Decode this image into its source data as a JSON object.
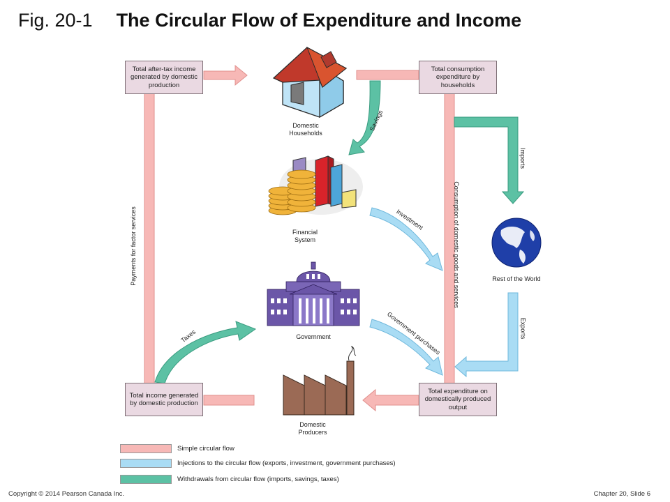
{
  "title": {
    "fig": "Fig. 20-1",
    "name": "The Circular Flow of Expenditure and Income"
  },
  "boxes": {
    "after_tax": "Total after-tax income generated by domestic production",
    "consumption": "Total consumption expenditure by households",
    "income": "Total income generated by domestic production",
    "expenditure": "Total expenditure on domestically produced output"
  },
  "nodes": {
    "households": "Domestic Households",
    "financial": "Financial System",
    "world": "Rest of the World",
    "government": "Government",
    "producers": "Domestic Producers"
  },
  "flows": {
    "savings": "Savings",
    "investment": "Investment",
    "imports": "Imports",
    "exports": "Exports",
    "taxes": "Taxes",
    "government_purchases": "Government purchases",
    "factor_payments": "Payments for factor services",
    "consumption_goods": "Consumption of domestic goods and services"
  },
  "legend": {
    "simple": "Simple circular flow",
    "injections": "Injections to the circular flow (exports, investment, government purchases)",
    "withdrawals": "Withdrawals from circular flow (imports, savings, taxes)"
  },
  "colors": {
    "simple": "#f7b8b6",
    "injection": "#a9dcf4",
    "withdrawal": "#5cc1a4"
  },
  "footer": {
    "copyright": "Copyright © 2014 Pearson Canada Inc.",
    "slide": "Chapter 20, Slide 6"
  }
}
